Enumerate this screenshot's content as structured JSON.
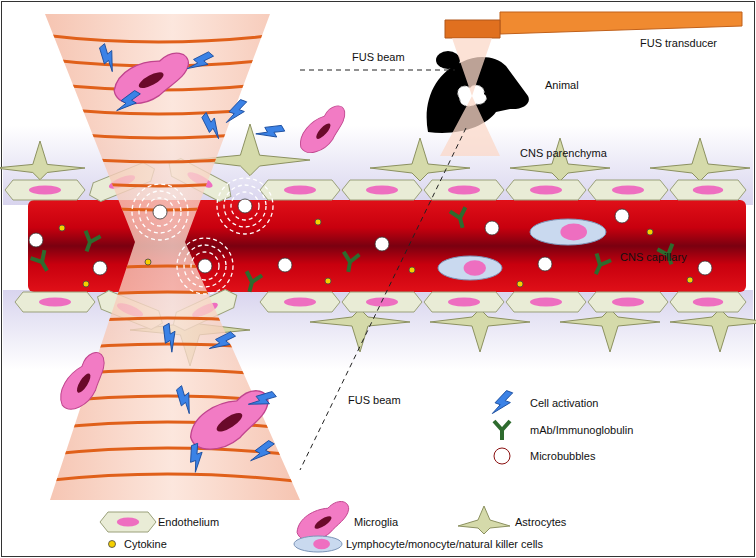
{
  "diagram": {
    "labels": [
      "FUS transducer",
      "FUS beam",
      "Animal",
      "CNS parenchyma",
      "CNS capillary",
      "FUS beam"
    ],
    "legend": [
      {
        "text": "Cell activation"
      },
      {
        "text": "mAb/Immunoglobulin"
      },
      {
        "text": "Microbubbles"
      },
      {
        "text": "Endothelium"
      },
      {
        "text": "Microglia"
      },
      {
        "text": "Astrocytes"
      },
      {
        "text": "Cytokine"
      },
      {
        "text": "Lymphocyte/monocyte/natural killer cells"
      }
    ]
  }
}
